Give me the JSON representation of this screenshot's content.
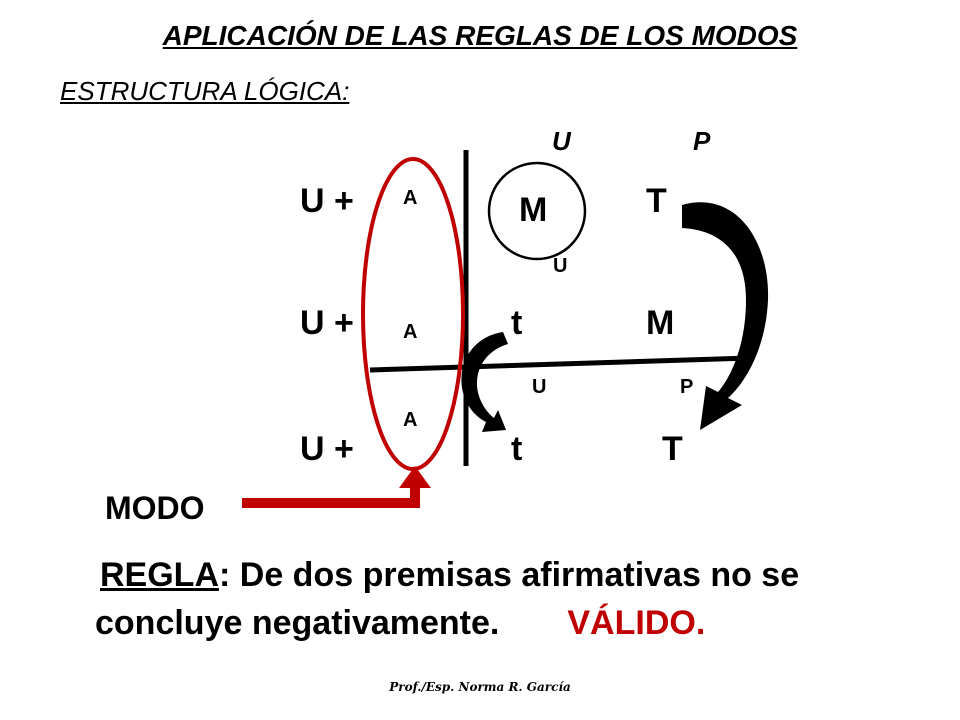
{
  "title": "APLICACIÓN DE LAS REGLAS DE LOS MODOS",
  "subtitle": "ESTRUCTURA LÓGICA:",
  "top_labels": {
    "u": "U",
    "p": "P"
  },
  "rows": [
    {
      "quantifier": "U +",
      "mood": "A",
      "subject": "M",
      "predicate": "T"
    },
    {
      "quantifier": "U +",
      "mood": "A",
      "subject": "t",
      "predicate": "M"
    },
    {
      "quantifier": "U +",
      "mood": "A",
      "subject": "t",
      "predicate": "T"
    }
  ],
  "distribution": {
    "m_u": "U",
    "t_u": "U",
    "m_p": "P"
  },
  "modo_label": "MODO",
  "rule": {
    "label": "REGLA",
    "line1_rest": ": De dos premisas afirmativas no se",
    "line2": "concluye negativamente.",
    "verdict": "VÁLIDO."
  },
  "footer": "Prof./Esp. Norma R. García",
  "colors": {
    "accent": "#c00000",
    "ink": "#000000"
  }
}
